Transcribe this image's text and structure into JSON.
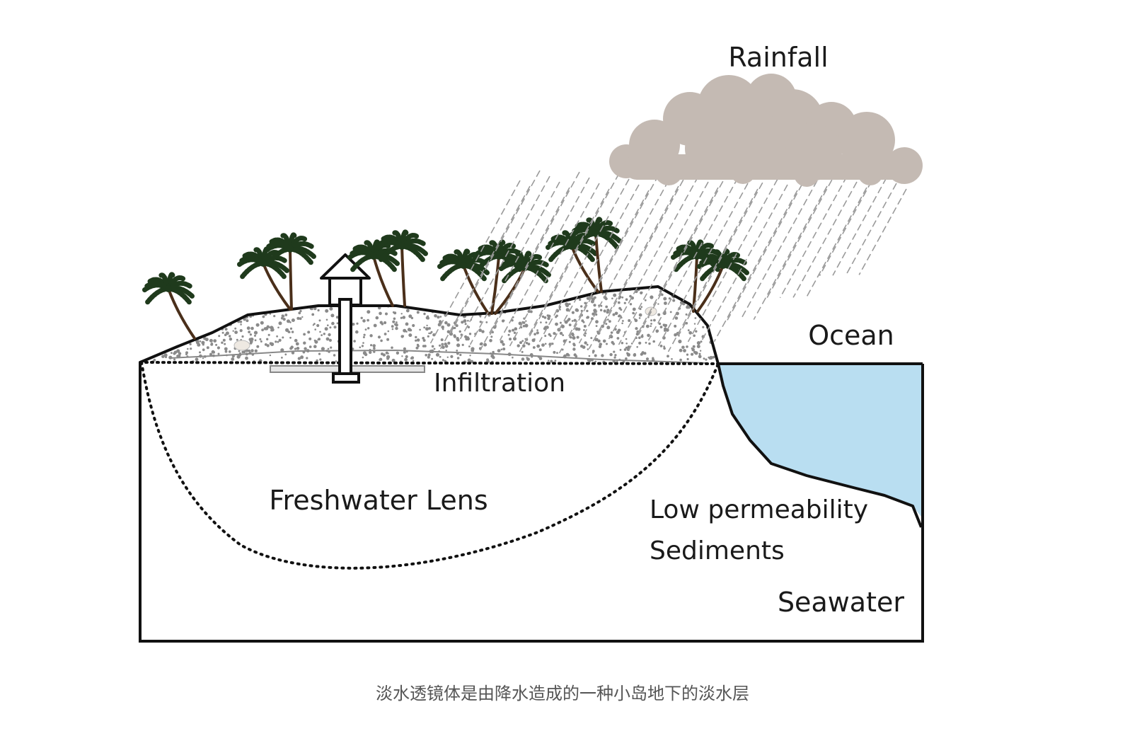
{
  "labels": {
    "rainfall": "Rainfall",
    "ocean": "Ocean",
    "infiltration": "Infiltration",
    "freshwater_lens": "Freshwater Lens",
    "low_permeability_line1": "Low permeability",
    "low_permeability_line2": "Sediments",
    "seawater": "Seawater"
  },
  "caption": "淡水透镜体是由降水造成的一种小岛地下的淡水层",
  "colors": {
    "cloud": "#c4bab3",
    "ocean": "#b9def1",
    "palm_leaf": "#1f3a1c",
    "trunk": "#4a2f1a",
    "outline": "#111111",
    "rain": "#9a9a9a",
    "caption": "#555555"
  }
}
